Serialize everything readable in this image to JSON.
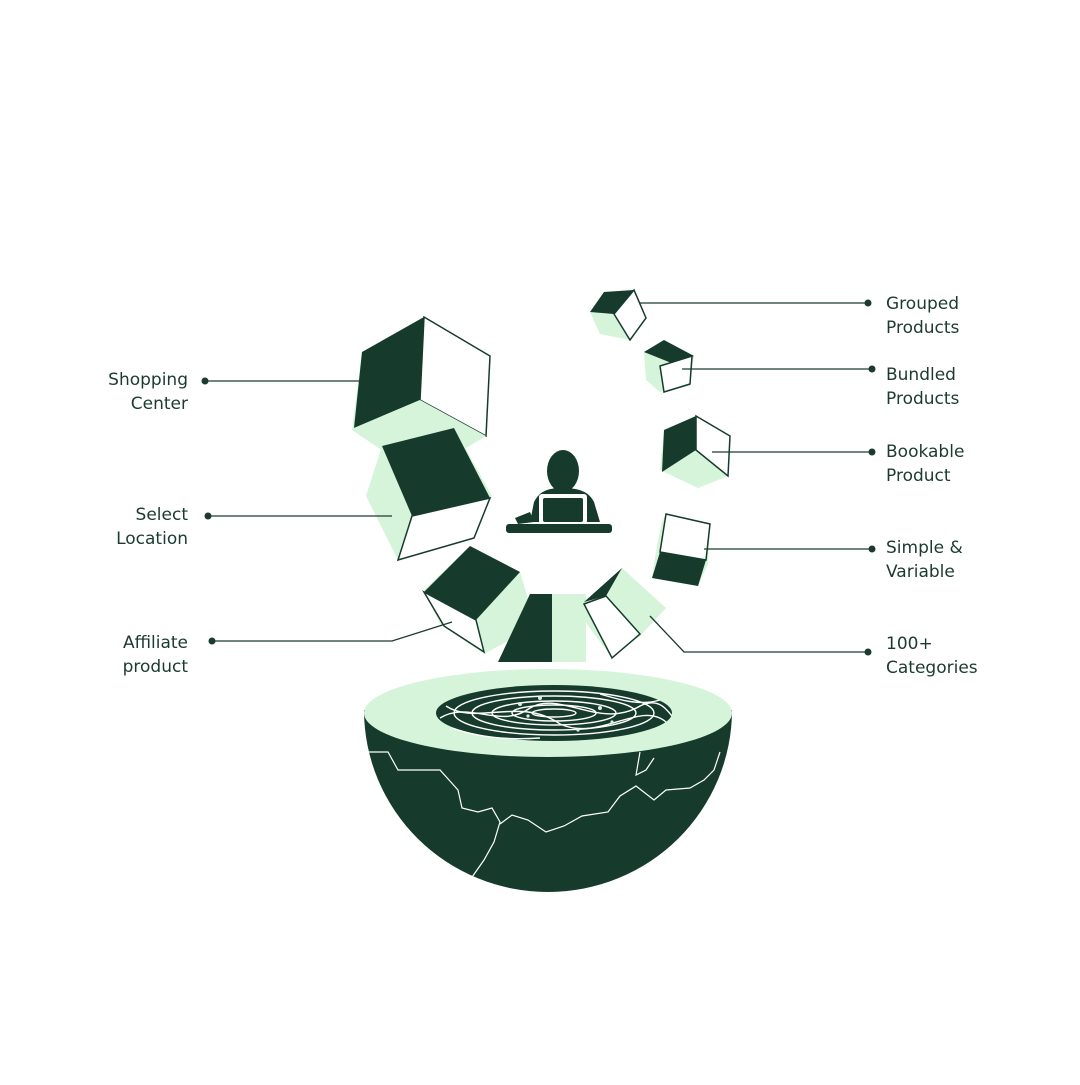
{
  "colors": {
    "dark": "#163b2d",
    "light": "#d5f4da",
    "line": "#1c3a30",
    "white": "#ffffff"
  },
  "labels_left": [
    {
      "id": "shopping-center",
      "lines": [
        "Shopping",
        "Center"
      ]
    },
    {
      "id": "select-location",
      "lines": [
        "Select",
        "Location"
      ]
    },
    {
      "id": "affiliate-product",
      "lines": [
        "Affiliate",
        "product"
      ]
    }
  ],
  "labels_right": [
    {
      "id": "grouped-products",
      "lines": [
        "Grouped",
        "Products"
      ]
    },
    {
      "id": "bundled-products",
      "lines": [
        "Bundled",
        "Products"
      ]
    },
    {
      "id": "bookable-product",
      "lines": [
        "Bookable",
        "Product"
      ]
    },
    {
      "id": "simple-variable",
      "lines": [
        "Simple &",
        "Variable"
      ]
    },
    {
      "id": "categories",
      "lines": [
        "100+",
        "Categories"
      ]
    }
  ],
  "icons": [
    "user-with-laptop-icon",
    "globe-hemisphere-icon",
    "cube-icon"
  ]
}
